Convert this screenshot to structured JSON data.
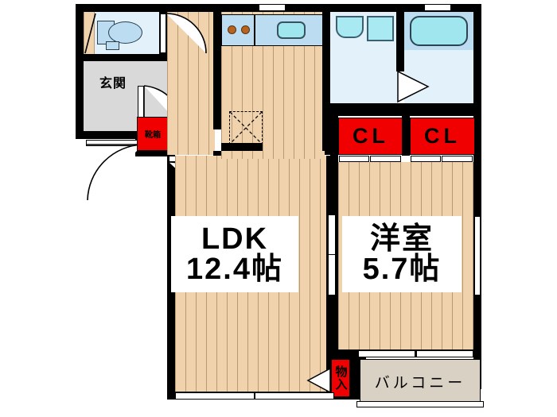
{
  "plan": {
    "type": "japanese-apartment-floor-plan",
    "layout_name": "1LDK",
    "background_color": "#ffffff",
    "wall_color": "#000000",
    "accent_color": "#f00000",
    "wood_floor_color": "#f0d3ad",
    "water_area_color": "#e2f1fa",
    "genkan_color": "#d9d9d9",
    "balcony_color": "#d9d2c4"
  },
  "rooms": {
    "ldk": {
      "name": "LDK",
      "size": "12.4帖",
      "label_line1": "LDK",
      "label_line2": "12.4帖"
    },
    "bedroom": {
      "name": "洋室",
      "size": "5.7帖",
      "label_line1": "洋室",
      "label_line2": "5.7帖"
    },
    "entrance": {
      "label": "玄関"
    },
    "balcony": {
      "label": "バルコニー"
    }
  },
  "storage": {
    "closet_left": {
      "label": "CL"
    },
    "closet_right": {
      "label": "CL"
    },
    "shoe_box": {
      "label": "靴箱"
    },
    "utility_closet": {
      "label": "物入"
    }
  },
  "fixtures": {
    "toilet": {
      "name": "toilet-icon"
    },
    "stove": {
      "name": "stove-icon",
      "burners": 2
    },
    "kitchen_sink": {
      "name": "kitchen-sink-icon"
    },
    "vanity": {
      "name": "vanity-sink-icon"
    },
    "washing_machine": {
      "name": "washing-machine-icon"
    },
    "bathtub": {
      "name": "bathtub-icon"
    },
    "refrigerator_space": {
      "name": "refrigerator-space-icon"
    }
  },
  "doors": {
    "entrance_door": {
      "name": "entrance-swing-door"
    },
    "genkan_inner_door": {
      "name": "genkan-inner-swing-door"
    },
    "toilet_door": {
      "name": "toilet-swing-door"
    },
    "ldk_hall_door": {
      "name": "ldk-swing-door"
    },
    "bath_door": {
      "name": "bath-folding-door"
    },
    "washroom_door": {
      "name": "washroom-sliding-door"
    },
    "bedroom_sliding_door": {
      "name": "bedroom-sliding-door"
    },
    "balcony_window": {
      "name": "balcony-sliding-window"
    },
    "utility_door": {
      "name": "utility-folding-door"
    },
    "closet_doors": {
      "name": "closet-sliding-doors"
    }
  },
  "windows": {
    "kitchen_window": {
      "name": "kitchen-window"
    },
    "bath_window": {
      "name": "bath-window"
    },
    "bedroom_east_window": {
      "name": "bedroom-east-window"
    },
    "balcony_rail": {
      "name": "balcony-railing"
    }
  }
}
